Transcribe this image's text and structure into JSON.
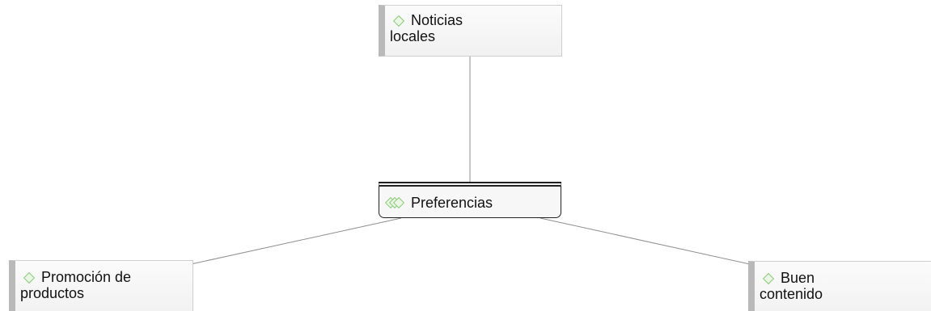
{
  "diagram": {
    "center_node": {
      "label": "Preferencias",
      "icon": "multi-diamond-icon"
    },
    "child_nodes": [
      {
        "id": "top",
        "line1": "Noticias",
        "line2": "locales",
        "icon": "diamond-icon"
      },
      {
        "id": "left",
        "line1": "Promoción de",
        "line2": "productos",
        "icon": "diamond-icon"
      },
      {
        "id": "right",
        "line1": "Buen",
        "line2": "contenido",
        "icon": "diamond-icon"
      }
    ],
    "colors": {
      "icon_border": "#8cc97a",
      "icon_fill": "#eaf7e5",
      "node_accent": "#b9b9b9",
      "connector": "#8f8f8f"
    }
  }
}
